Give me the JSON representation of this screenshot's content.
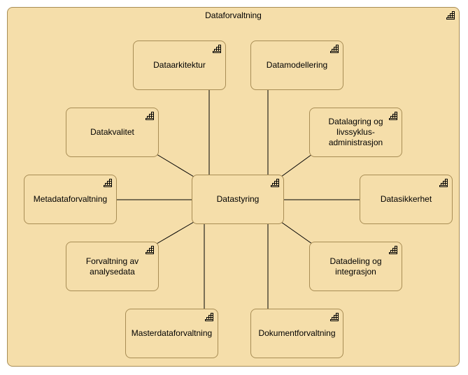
{
  "diagram": {
    "group": {
      "title": "Dataforvaltning",
      "icon": "capability-icon"
    },
    "center": {
      "label": "Datastyring",
      "icon": "capability-icon"
    },
    "nodes": [
      {
        "id": "dataarkitektur",
        "label": "Dataarkitektur",
        "icon": "capability-icon"
      },
      {
        "id": "datamodellering",
        "label": "Datamodellering",
        "icon": "capability-icon"
      },
      {
        "id": "datakvalitet",
        "label": "Datakvalitet",
        "icon": "capability-icon"
      },
      {
        "id": "datalagring",
        "label": "Datalagring og\nlivssyklus-\nadministrasjon",
        "icon": "capability-icon"
      },
      {
        "id": "metadataforvaltning",
        "label": "Metadataforvaltning",
        "icon": "capability-icon"
      },
      {
        "id": "datasikkerhet",
        "label": "Datasikkerhet",
        "icon": "capability-icon"
      },
      {
        "id": "analysedata",
        "label": "Forvaltning av\nanalysedata",
        "icon": "capability-icon"
      },
      {
        "id": "datadeling",
        "label": "Datadeling og\nintegrasjon",
        "icon": "capability-icon"
      },
      {
        "id": "masterdata",
        "label": "Masterdataforvaltning",
        "icon": "capability-icon"
      },
      {
        "id": "dokument",
        "label": "Dokumentforvaltning",
        "icon": "capability-icon"
      }
    ],
    "colors": {
      "fill": "#f5deaa",
      "border": "#a88d55",
      "connector": "#000000"
    }
  }
}
